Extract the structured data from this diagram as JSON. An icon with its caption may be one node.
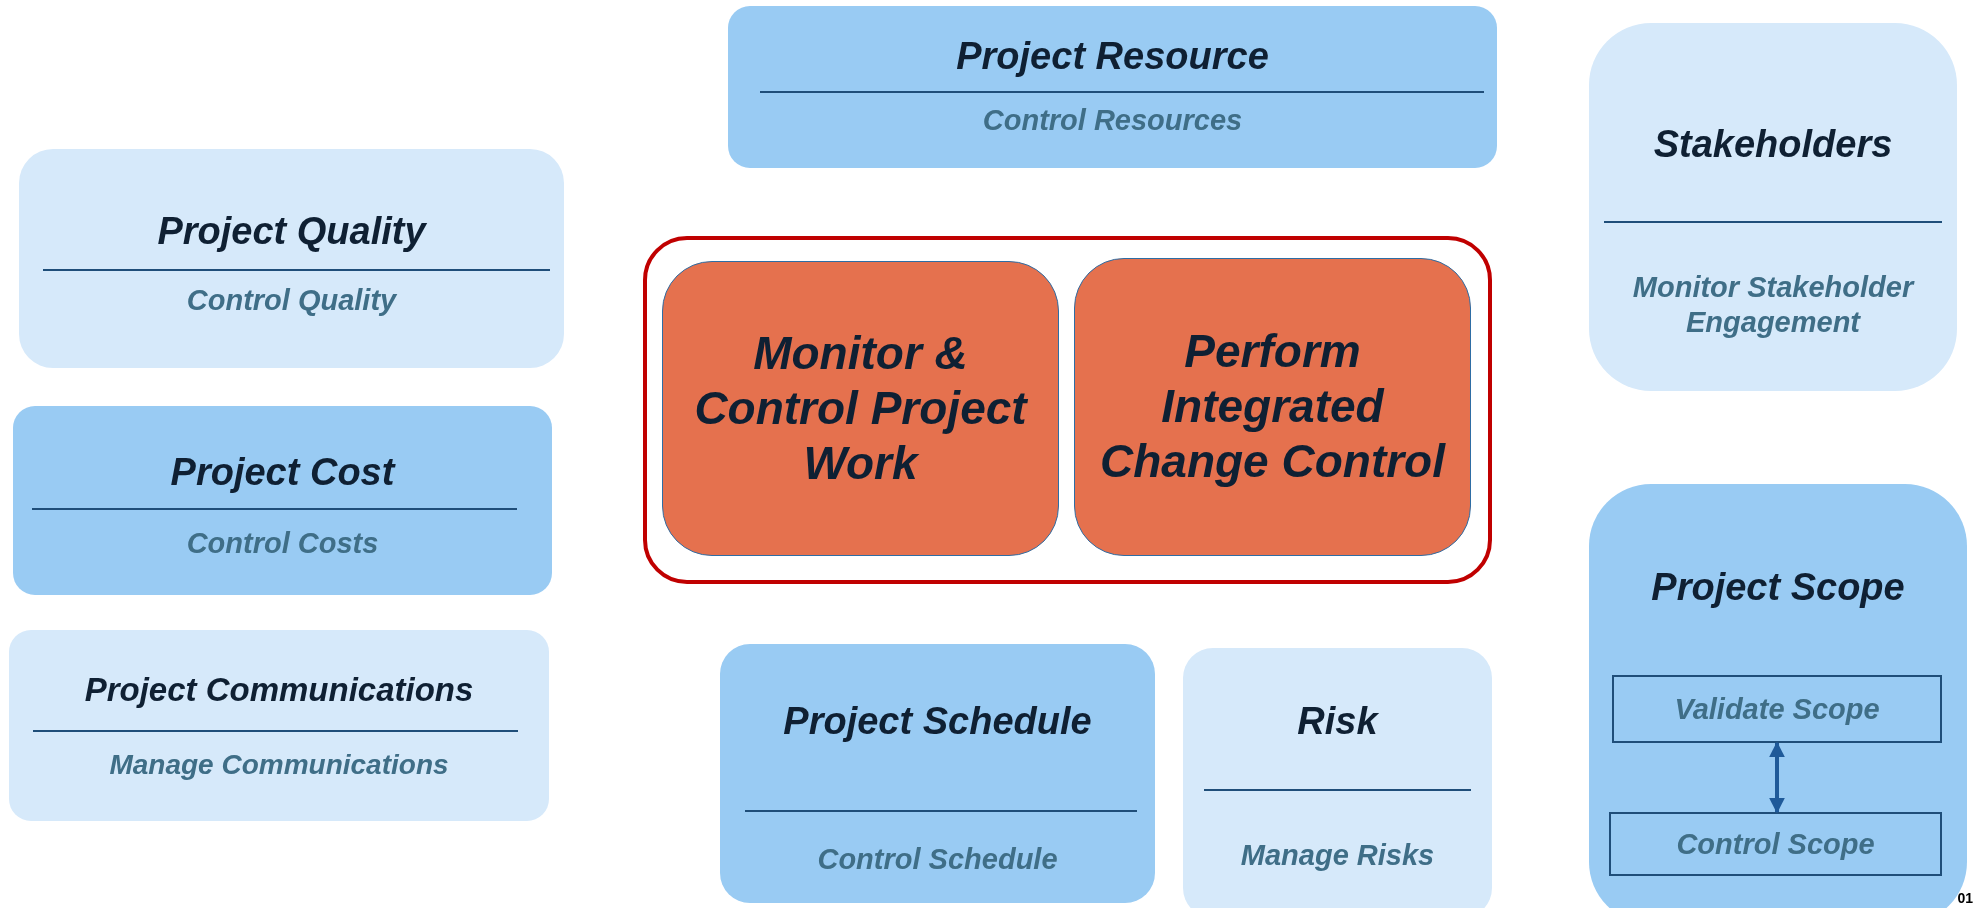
{
  "diagram": {
    "nodes": [
      {
        "text": [
          "Project Resource",
          "Control Resources"
        ]
      },
      {
        "text": [
          "Project Quality",
          "Control Quality"
        ]
      },
      {
        "text": [
          "Project Cost",
          "Control Costs"
        ]
      },
      {
        "text": [
          "Project Communications",
          "Manage Communications"
        ]
      },
      {
        "text": [],
        "shape": "box"
      },
      {
        "text": [
          "Monitor & Control Project Work"
        ],
        "in": 4
      },
      {
        "text": [
          "Perform Integrated Change Control"
        ],
        "in": 4
      },
      {
        "text": [
          "Stakeholders",
          "Monitor Stakeholder Engagement"
        ]
      },
      {
        "text": [
          "Project Scope"
        ]
      },
      {
        "text": [
          "Validate Scope"
        ],
        "in": 8
      },
      {
        "text": [
          "Control Scope"
        ],
        "in": 8
      },
      {
        "text": [
          "Project Schedule",
          "Control Schedule"
        ]
      },
      {
        "text": [
          "Risk",
          "Manage Risks"
        ]
      }
    ],
    "edges": [
      {
        "from": 9,
        "to": 10,
        "arrow": "both"
      }
    ],
    "labels": [
      "01"
    ]
  }
}
